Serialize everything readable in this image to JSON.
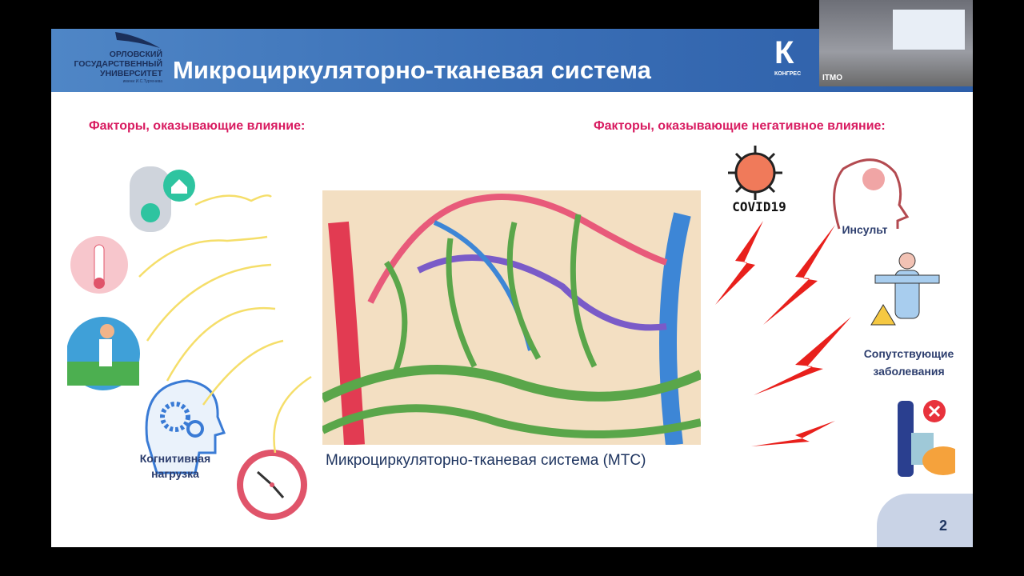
{
  "header": {
    "title": "Микроциркуляторно-тканевая система",
    "logo_lines": [
      "ОРЛОВСКИЙ",
      "ГОСУДАРСТВЕННЫЙ",
      "УНИВЕРСИТЕТ",
      "имени И.С.Тургенева"
    ],
    "brand_letter": "К",
    "brand_sub": "КОНГРЕС"
  },
  "left": {
    "heading": "Факторы, оказывающие влияние:",
    "cognitive_label_1": "Когнитивная",
    "cognitive_label_2": "нагрузка"
  },
  "center": {
    "caption": "Микроциркуляторно-тканевая система (МТС)"
  },
  "right": {
    "heading": "Факторы, оказывающие негативное влияние:",
    "covid": "COVID19",
    "stroke": "Инсульт",
    "comorbid_1": "Сопутствующие",
    "comorbid_2": "заболевания"
  },
  "page_number": "2",
  "webcam": {
    "label": "ITMO"
  },
  "colors": {
    "header": "#3a6fb6",
    "accent": "#d81b60",
    "lightning": "#e8201c"
  }
}
